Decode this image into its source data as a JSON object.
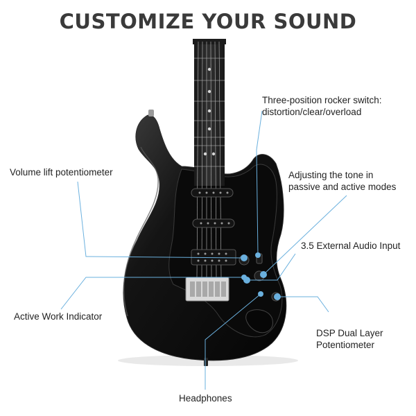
{
  "title": "CUSTOMIZE YOUR SOUND",
  "callouts": {
    "rocker_switch": {
      "line1": "Three-position rocker switch:",
      "line2": "distortion/clear/overload"
    },
    "volume_lift": {
      "line1": "Volume lift potentiometer"
    },
    "tone": {
      "line1": "Adjusting the tone in",
      "line2": "passive and active modes"
    },
    "audio_input": {
      "line1": "3.5 External Audio Input"
    },
    "active_indicator": {
      "line1": "Active Work Indicator"
    },
    "dsp": {
      "line1": "DSP Dual Layer",
      "line2": "Potentiometer"
    },
    "headphones": {
      "line1": "Headphones"
    }
  },
  "colors": {
    "accent": "#6ab0de",
    "body": "#151515",
    "pickguard": "#0c0c0c"
  }
}
